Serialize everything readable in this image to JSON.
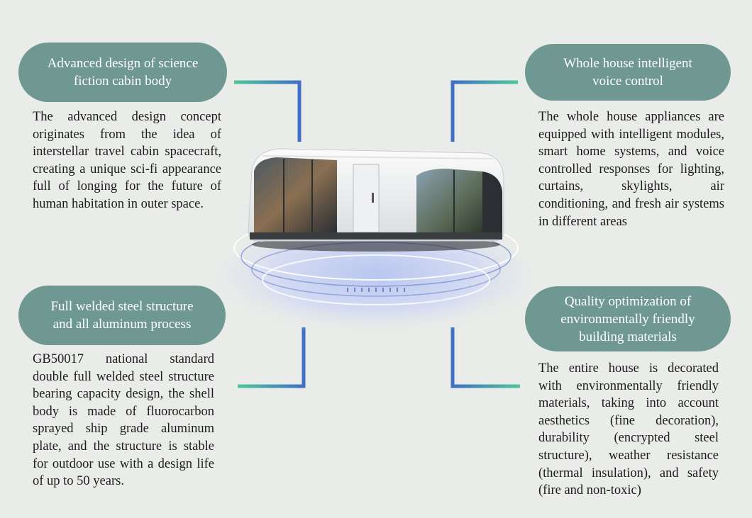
{
  "features": {
    "top_left": {
      "title": "Advanced design of science fiction cabin body",
      "description": "The advanced design concept originates from the idea of interstellar travel cabin spacecraft, creating a unique sci-fi appearance full of longing for the future of human habitation in outer space."
    },
    "top_right": {
      "title": "Whole house intelligent voice control",
      "description": "The whole house appliances are equipped with intelligent modules, smart home systems, and voice controlled responses for lighting, curtains, skylights, air conditioning, and fresh air systems in different areas"
    },
    "bottom_left": {
      "title": "Full welded steel structure and all aluminum process",
      "description": "GB50017 national standard double full welded steel structure bearing capacity design, the shell body is made of fluorocarbon sprayed ship grade aluminum plate, and the structure is stable for outdoor use with a design life of up to 50 years."
    },
    "bottom_right": {
      "title": "Quality optimization of environmentally friendly building materials",
      "description": "The entire house is decorated with environmentally friendly materials, taking into account aesthetics (fine decoration), durability (encrypted steel structure), weather resistance (thermal insulation), and safety (fire and non-toxic)"
    }
  },
  "colors": {
    "background": "#e9ece8",
    "pill": "#6f9893",
    "connector_blue": "#3f6fc6",
    "connector_green": "#4fc79a"
  },
  "icons": {
    "center": "space-capsule-house-image"
  }
}
